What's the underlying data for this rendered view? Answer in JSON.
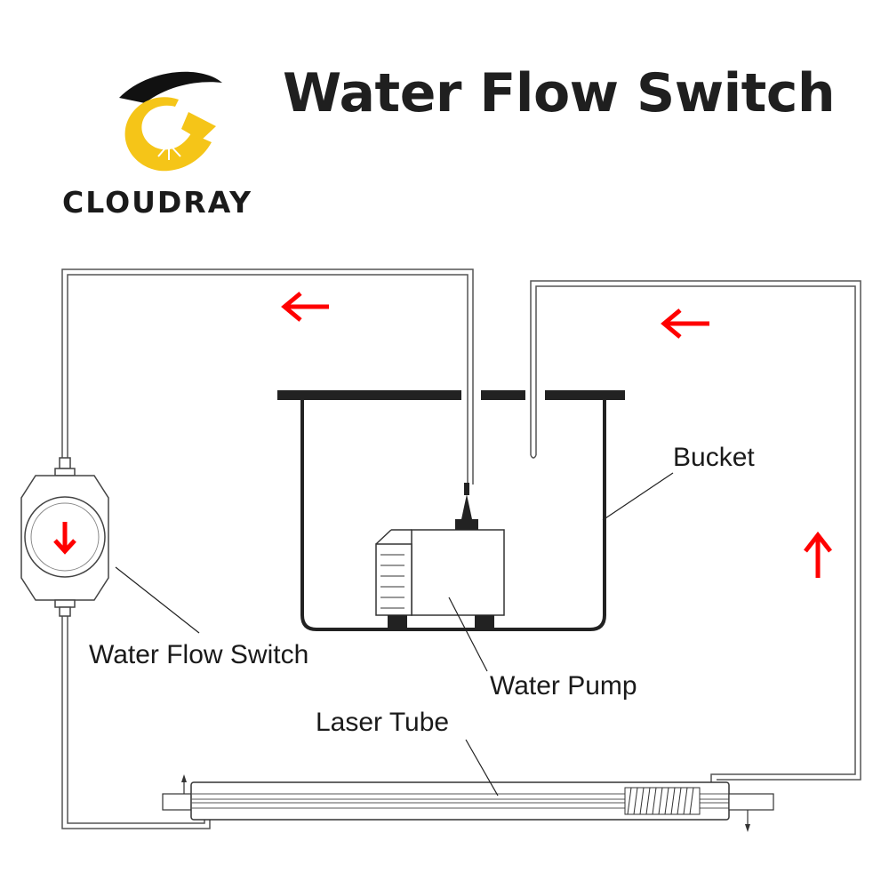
{
  "header": {
    "title": "Water Flow Switch",
    "brand": "CLOUDRAY"
  },
  "labels": {
    "bucket": "Bucket",
    "water_flow_switch": "Water Flow Switch",
    "water_pump": "Water Pump",
    "laser_tube": "Laser Tube"
  },
  "colors": {
    "arrow": "#ff0000",
    "logo_yellow": "#f5c518",
    "logo_black": "#111111",
    "line": "#555555"
  },
  "icons": {
    "logo": "cloudray-logo-icon",
    "flow_arrow": "arrow-icon"
  }
}
